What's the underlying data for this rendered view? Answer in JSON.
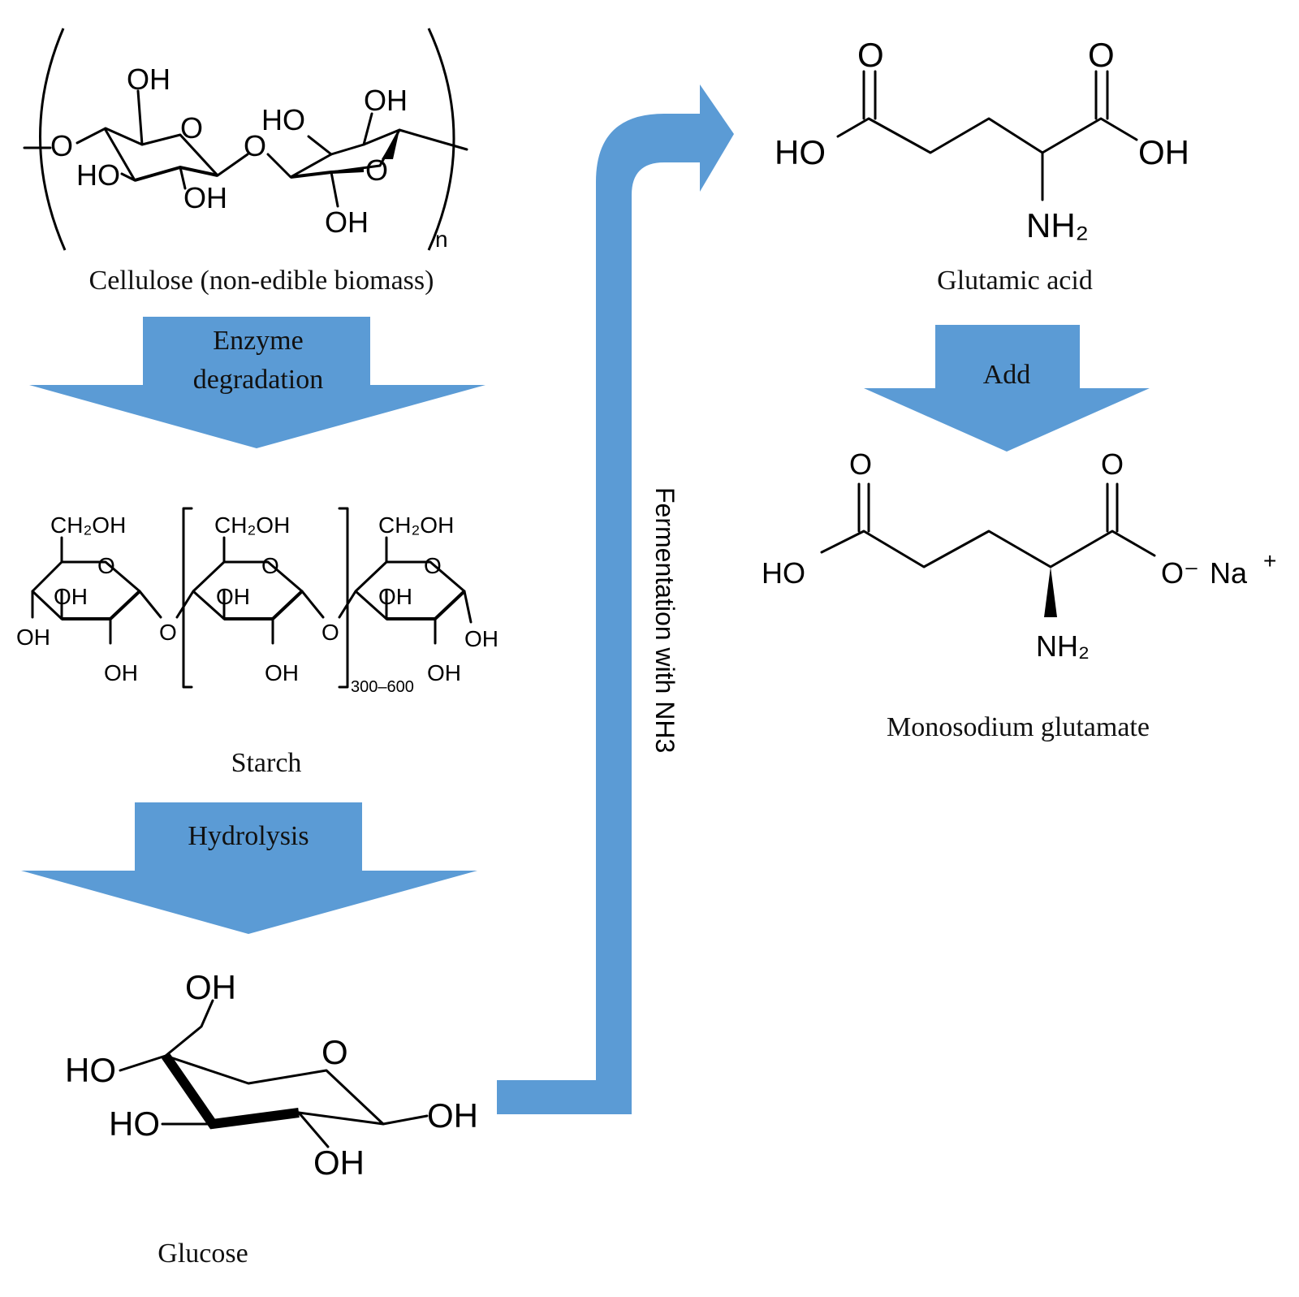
{
  "colors": {
    "arrow": "#5b9bd5",
    "text": "#111111"
  },
  "captions": {
    "cellulose": "Cellulose (non-edible biomass)",
    "starch": "Starch",
    "glucose": "Glucose",
    "glutamic": "Glutamic acid",
    "msg": "Monosodium glutamate"
  },
  "arrows": {
    "enzyme_line1": "Enzyme",
    "enzyme_line2": "degradation",
    "hydrolysis": "Hydrolysis",
    "add": "Add",
    "fermentation": "Fermentation with NH3"
  },
  "labels": {
    "cellulose": {
      "oh_top": "OH",
      "oh_right_top": "OH",
      "ho_mid": "HO",
      "ho_left": "HO",
      "oh_mid": "OH",
      "oh_bottom": "OH",
      "o_ring1": "O",
      "o_ring2": "O",
      "o_bridge": "O",
      "o_left": "O",
      "n": "n"
    },
    "starch": {
      "ch2oh": "CH₂OH",
      "oh": "OH",
      "o": "O",
      "repeat": "300–600"
    },
    "glucose": {
      "oh_top": "OH",
      "ho_left1": "HO",
      "ho_left2": "HO",
      "oh_right": "OH",
      "oh_bottom": "OH",
      "o_ring": "O"
    },
    "glutamic": {
      "o_left": "O",
      "o_right": "O",
      "ho": "HO",
      "oh": "OH",
      "nh2": "NH₂"
    },
    "msg": {
      "o_left": "O",
      "o_right": "O",
      "ho": "HO",
      "o_minus": "O⁻",
      "na": "Na",
      "plus": "+",
      "nh2": "NH₂"
    }
  }
}
